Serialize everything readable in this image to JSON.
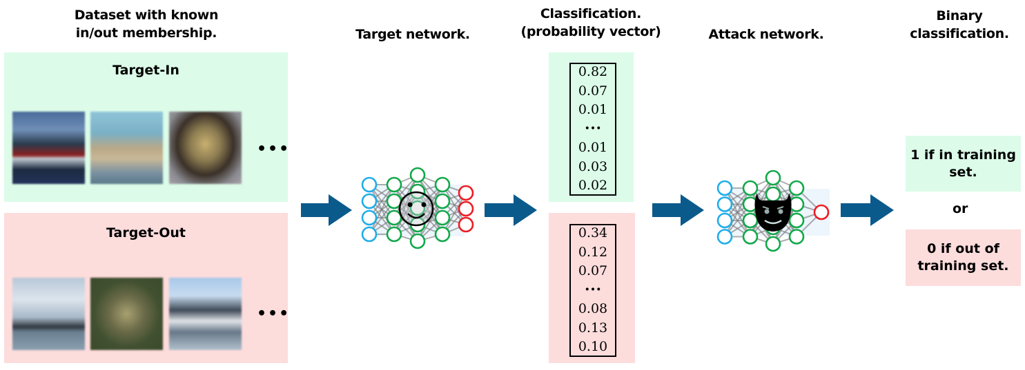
{
  "headers": {
    "dataset": [
      "Dataset with known",
      "in/out membership."
    ],
    "target_network": "Target network.",
    "classification": [
      "Classification.",
      "(probability vector)"
    ],
    "attack_network": "Attack network.",
    "binary": [
      "Binary",
      "classification."
    ]
  },
  "target_in": {
    "title": "Target-In",
    "ellipsis": "•••",
    "images": [
      "ship",
      "car",
      "frog"
    ]
  },
  "target_out": {
    "title": "Target-Out",
    "ellipsis": "•••",
    "images": [
      "ship",
      "frog",
      "ship"
    ]
  },
  "vectors": {
    "in": [
      "0.82",
      "0.07",
      "0.01",
      "•••",
      "0.01",
      "0.03",
      "0.02"
    ],
    "out": [
      "0.34",
      "0.12",
      "0.07",
      "•••",
      "0.08",
      "0.13",
      "0.10"
    ]
  },
  "output": {
    "in_label": [
      "1 if in training",
      "set."
    ],
    "or": "or",
    "out_label": [
      "0 if out of",
      "training set."
    ]
  },
  "colors": {
    "in_bg": "#dcfce9",
    "out_bg": "#fddcdc",
    "arrow": "#0b5a8c",
    "input_node": "#1eaee8",
    "hidden_node": "#12a84a",
    "output_node": "#ee1c24"
  },
  "icons": [
    "smiley-face-icon",
    "devil-face-icon",
    "arrow-right-icon"
  ]
}
